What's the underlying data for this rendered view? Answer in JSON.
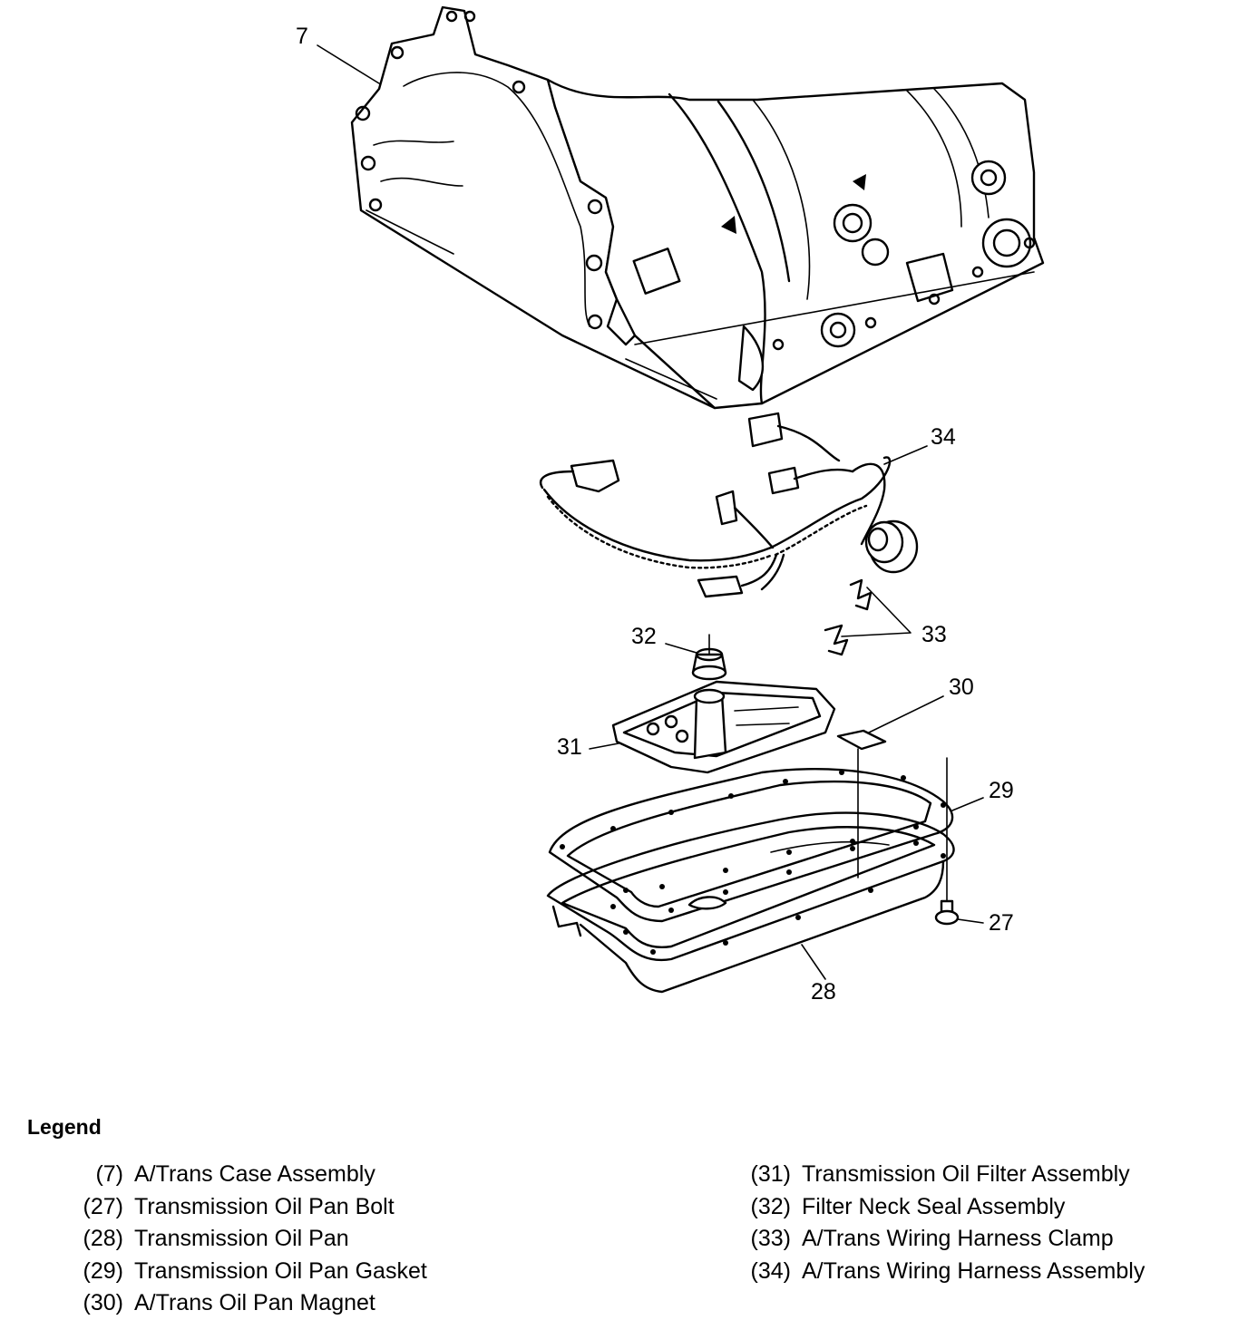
{
  "callouts": [
    {
      "id": "7",
      "label": "7"
    },
    {
      "id": "34",
      "label": "34"
    },
    {
      "id": "32",
      "label": "32"
    },
    {
      "id": "33",
      "label": "33"
    },
    {
      "id": "30",
      "label": "30"
    },
    {
      "id": "31",
      "label": "31"
    },
    {
      "id": "29",
      "label": "29"
    },
    {
      "id": "27",
      "label": "27"
    },
    {
      "id": "28",
      "label": "28"
    }
  ],
  "legend": {
    "title": "Legend",
    "left": [
      {
        "num": "(7)",
        "text": "A/Trans Case Assembly"
      },
      {
        "num": "(27)",
        "text": "Transmission Oil Pan Bolt"
      },
      {
        "num": "(28)",
        "text": "Transmission Oil Pan"
      },
      {
        "num": "(29)",
        "text": "Transmission Oil Pan Gasket"
      },
      {
        "num": "(30)",
        "text": "A/Trans Oil Pan Magnet"
      }
    ],
    "right": [
      {
        "num": "(31)",
        "text": "Transmission Oil Filter Assembly"
      },
      {
        "num": "(32)",
        "text": "Filter Neck Seal Assembly"
      },
      {
        "num": "(33)",
        "text": "A/Trans Wiring Harness Clamp"
      },
      {
        "num": "(34)",
        "text": "A/Trans Wiring Harness Assembly"
      }
    ]
  }
}
